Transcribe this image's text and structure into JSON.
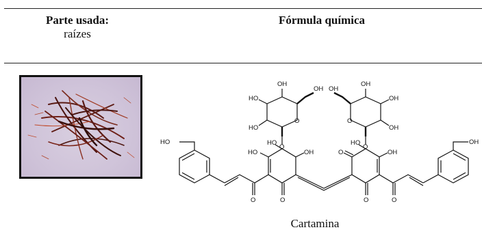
{
  "header": {
    "part_label": "Parte usada:",
    "part_value": "raízes",
    "formula_label": "Fórmula química"
  },
  "compound": {
    "name": "Cartamina",
    "atoms": {
      "oh": "OH",
      "ho": "HO",
      "o": "O"
    }
  }
}
